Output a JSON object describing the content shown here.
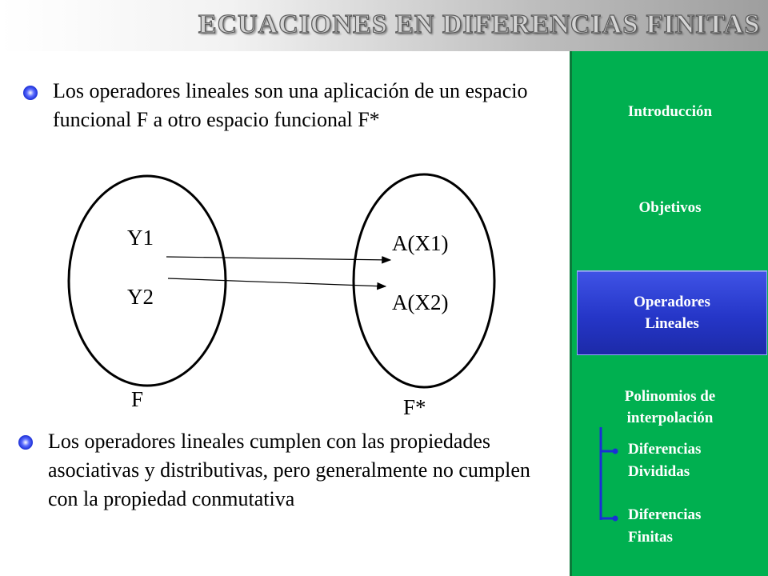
{
  "title": "ECUACIONES EN DIFERENCIAS FINITAS",
  "main": {
    "paragraph1": "Los operadores lineales son una aplicación de un espacio funcional  F a otro espacio funcional F*",
    "paragraph2": "Los operadores lineales cumplen con las propiedades asociativas y distributivas, pero generalmente no cumplen con la propiedad conmutativa",
    "diagram": {
      "left_set": {
        "items": [
          "Y1",
          "Y2"
        ],
        "label": "F"
      },
      "right_set": {
        "items": [
          "A(X1)",
          "A(X2)"
        ],
        "label": "F*"
      }
    }
  },
  "sidebar": {
    "items": [
      {
        "label": "Introducción"
      },
      {
        "label": "Objetivos"
      },
      {
        "label_line1": "Operadores",
        "label_line2": "Lineales",
        "active": true
      },
      {
        "label_line1": "Polinomios de",
        "label_line2": "interpolación"
      }
    ],
    "subitems": [
      {
        "line1": "Diferencias",
        "line2": "Divididas"
      },
      {
        "line1": "Diferencias",
        "line2": "Finitas"
      }
    ]
  },
  "colors": {
    "sidebar_bg": "#00b050",
    "active_bg": "#2536c8",
    "bullet": "#1b2fd6"
  }
}
